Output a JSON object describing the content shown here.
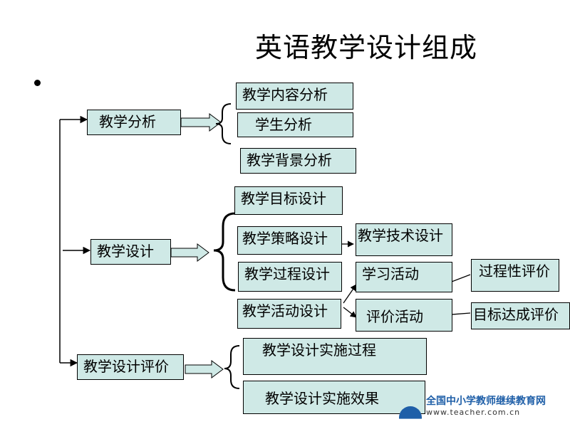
{
  "title": "英语教学设计组成",
  "analysis": {
    "label": "教学分析",
    "children": [
      "教学内容分析",
      "学生分析",
      "教学背景分析"
    ]
  },
  "design": {
    "label": "教学设计",
    "children": [
      "教学目标设计",
      "教学策略设计",
      "教学过程设计",
      "教学活动设计"
    ],
    "strategy_next": "教学技术设计",
    "activities": [
      "学习活动",
      "评价活动"
    ],
    "evaluation_types": [
      "过程性评价",
      "目标达成评价"
    ]
  },
  "evaluation": {
    "label": "教学设计评价",
    "children": [
      "教学设计实施过程",
      "教学设计实施效果"
    ]
  },
  "watermark": {
    "name": "全国中小学教师继续教育网",
    "url": "www.teacher.com.cn"
  },
  "colors": {
    "box_fill": "#cfe9e6",
    "logo_blue": "#1f5fa8"
  }
}
